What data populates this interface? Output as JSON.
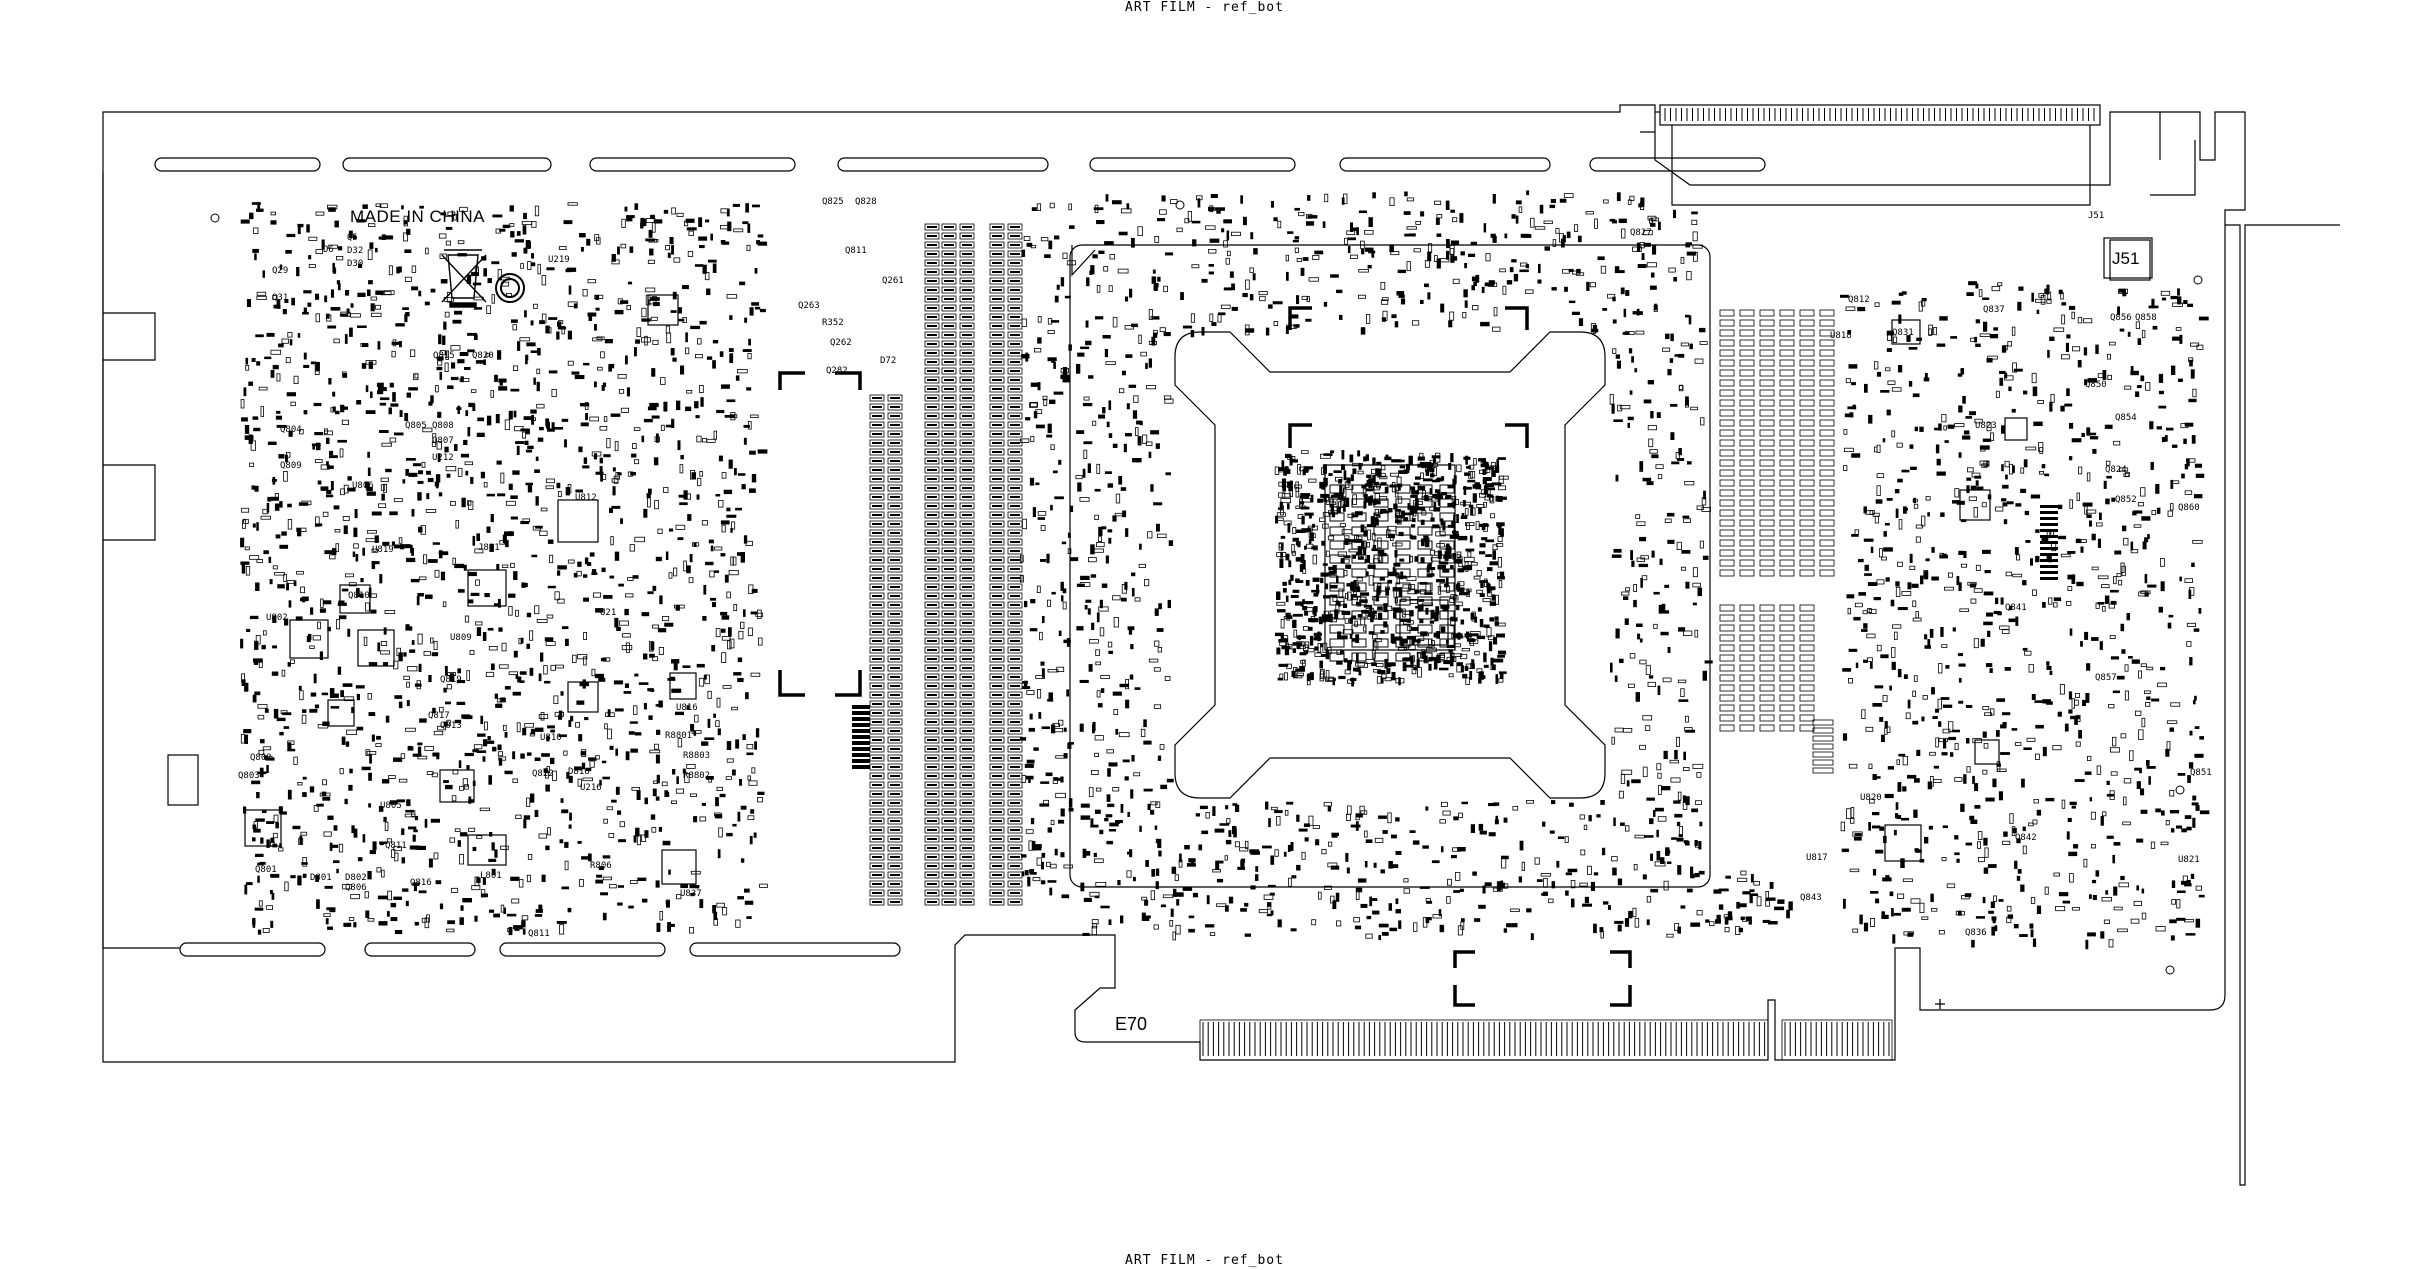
{
  "film": {
    "title_top": "ART FILM - ref_bot",
    "title_bottom": "ART FILM - ref_bot"
  },
  "board": {
    "marking": "MADE IN CHINA",
    "edge_label": "E70",
    "connector_label": "J51",
    "connector_ref": "J51"
  },
  "refdes": [
    {
      "id": "q5",
      "text": "Q5"
    },
    {
      "id": "d32",
      "text": "D32"
    },
    {
      "id": "d30",
      "text": "D30"
    },
    {
      "id": "q29",
      "text": "Q29"
    },
    {
      "id": "q31",
      "text": "Q31"
    },
    {
      "id": "d6",
      "text": "D6"
    },
    {
      "id": "u219",
      "text": "U219"
    },
    {
      "id": "q825",
      "text": "Q825"
    },
    {
      "id": "q828",
      "text": "Q828"
    },
    {
      "id": "q811",
      "text": "Q811"
    },
    {
      "id": "q261",
      "text": "Q261"
    },
    {
      "id": "q263",
      "text": "Q263"
    },
    {
      "id": "r352",
      "text": "R352"
    },
    {
      "id": "q262",
      "text": "Q262"
    },
    {
      "id": "q282",
      "text": "Q282"
    },
    {
      "id": "d72",
      "text": "D72"
    },
    {
      "id": "q827",
      "text": "Q827"
    },
    {
      "id": "q815",
      "text": "Q815"
    },
    {
      "id": "q820",
      "text": "Q820"
    },
    {
      "id": "q805",
      "text": "Q805"
    },
    {
      "id": "q808",
      "text": "Q808"
    },
    {
      "id": "q807",
      "text": "Q807"
    },
    {
      "id": "u212",
      "text": "U212"
    },
    {
      "id": "q804",
      "text": "Q804"
    },
    {
      "id": "q809",
      "text": "Q809"
    },
    {
      "id": "u806",
      "text": "U806"
    },
    {
      "id": "u812",
      "text": "U812"
    },
    {
      "id": "j801",
      "text": "J801"
    },
    {
      "id": "u819",
      "text": "U819"
    },
    {
      "id": "q810",
      "text": "Q810"
    },
    {
      "id": "u802",
      "text": "U802"
    },
    {
      "id": "u21",
      "text": "U21"
    },
    {
      "id": "u809",
      "text": "U809"
    },
    {
      "id": "q819",
      "text": "Q819"
    },
    {
      "id": "q817",
      "text": "Q817"
    },
    {
      "id": "q813",
      "text": "Q813"
    },
    {
      "id": "u816",
      "text": "U816"
    },
    {
      "id": "r8801",
      "text": "R8801"
    },
    {
      "id": "r8803",
      "text": "R8803"
    },
    {
      "id": "r8802",
      "text": "R8802"
    },
    {
      "id": "q822",
      "text": "Q822"
    },
    {
      "id": "d816",
      "text": "D816"
    },
    {
      "id": "u216",
      "text": "U216"
    },
    {
      "id": "u810",
      "text": "U810"
    },
    {
      "id": "q803",
      "text": "Q803"
    },
    {
      "id": "q802",
      "text": "Q802"
    },
    {
      "id": "u805",
      "text": "U805"
    },
    {
      "id": "q801",
      "text": "Q801"
    },
    {
      "id": "d801",
      "text": "D801"
    },
    {
      "id": "d802",
      "text": "D802"
    },
    {
      "id": "q806",
      "text": "Q806"
    },
    {
      "id": "q811b",
      "text": "Q811"
    },
    {
      "id": "q816",
      "text": "Q816"
    },
    {
      "id": "l801",
      "text": "L801"
    },
    {
      "id": "u837",
      "text": "U837"
    },
    {
      "id": "r806",
      "text": "R806"
    },
    {
      "id": "q811c",
      "text": "Q811"
    },
    {
      "id": "u818",
      "text": "U818"
    },
    {
      "id": "q812",
      "text": "Q812"
    },
    {
      "id": "q831",
      "text": "Q831"
    },
    {
      "id": "u820",
      "text": "U820"
    },
    {
      "id": "q837",
      "text": "Q837"
    },
    {
      "id": "q858",
      "text": "Q858"
    },
    {
      "id": "q856",
      "text": "Q856"
    },
    {
      "id": "q850",
      "text": "Q850"
    },
    {
      "id": "q854",
      "text": "Q854"
    },
    {
      "id": "u823",
      "text": "U823"
    },
    {
      "id": "q824",
      "text": "Q824"
    },
    {
      "id": "q852",
      "text": "Q852"
    },
    {
      "id": "q860",
      "text": "Q860"
    },
    {
      "id": "q841",
      "text": "Q841"
    },
    {
      "id": "q857",
      "text": "Q857"
    },
    {
      "id": "q851",
      "text": "Q851"
    },
    {
      "id": "q842",
      "text": "Q842"
    },
    {
      "id": "u821",
      "text": "U821"
    },
    {
      "id": "u817",
      "text": "U817"
    },
    {
      "id": "q836",
      "text": "Q836"
    },
    {
      "id": "q843",
      "text": "Q843"
    }
  ]
}
